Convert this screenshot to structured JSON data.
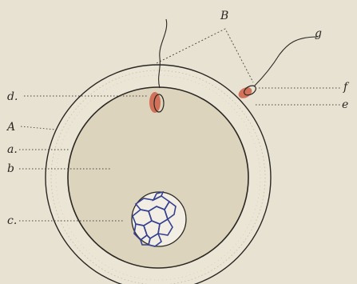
{
  "diagram": {
    "labels": {
      "A": "A",
      "a": "a.",
      "b": "b",
      "c": "c.",
      "d": "d.",
      "B": "B",
      "g": "g",
      "f": "f",
      "e": "e"
    },
    "colors": {
      "background": "#e8e2d2",
      "zona": "#ebe5d6",
      "yolk": "#dcd4bc",
      "outline": "#2a2622",
      "leader": "#4a4540",
      "sperm_red": "#d0664e",
      "nucleus_blue": "#35408f",
      "nucleus_fill": "#f2eee4"
    }
  }
}
